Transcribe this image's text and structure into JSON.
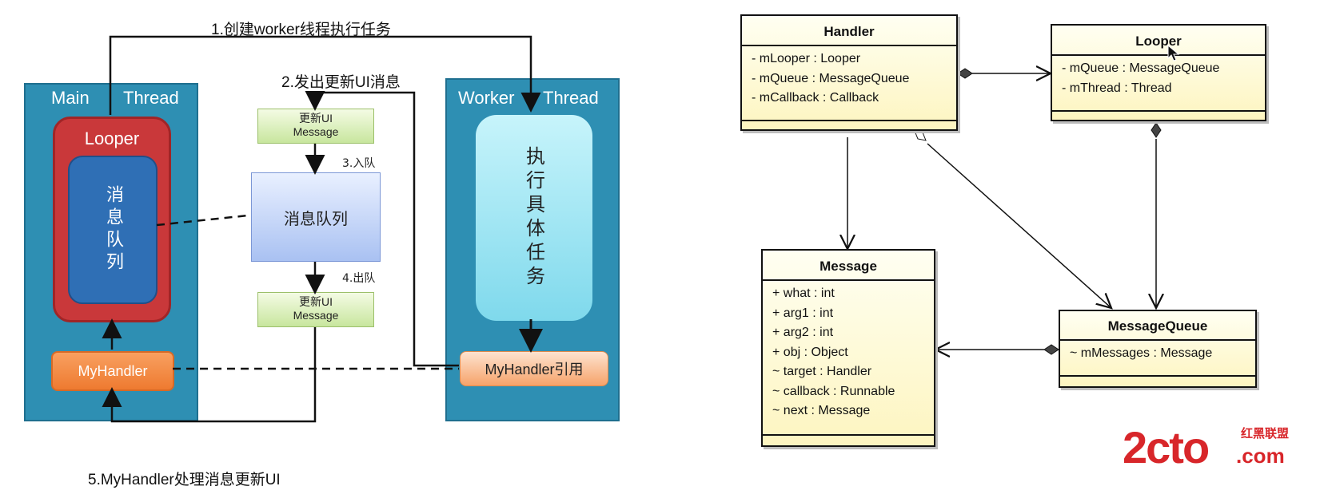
{
  "left_diagram": {
    "main_thread": {
      "title_a": "Main",
      "title_b": "Thread"
    },
    "looper": {
      "title": "Looper",
      "queue": "消息队列"
    },
    "my_handler": "MyHandler",
    "worker_thread": {
      "title_a": "Worker",
      "title_b": "Thread",
      "task": "执行具体任务"
    },
    "handler_ref": "MyHandler引用",
    "message_box_top": {
      "line1": "更新UI",
      "line2": "Message"
    },
    "message_box_bottom": {
      "line1": "更新UI",
      "line2": "Message"
    },
    "message_queue": "消息队列",
    "steps": {
      "s1": "1.创建worker线程执行任务",
      "s2": "2.发出更新UI消息",
      "s3": "3.入队",
      "s4": "4.出队",
      "s5": "5.MyHandler处理消息更新UI"
    }
  },
  "uml": {
    "handler": {
      "name": "Handler",
      "attrs": [
        "- mLooper : Looper",
        "- mQueue : MessageQueue",
        "- mCallback : Callback"
      ]
    },
    "looper": {
      "name": "Looper",
      "attrs": [
        "- mQueue : MessageQueue",
        "- mThread : Thread"
      ]
    },
    "message": {
      "name": "Message",
      "attrs": [
        "+ what : int",
        "+ arg1 : int",
        "+ arg2 : int",
        "+ obj : Object",
        "~ target : Handler",
        "~ callback : Runnable",
        "~ next : Message"
      ]
    },
    "message_queue": {
      "name": "MessageQueue",
      "attrs": [
        "~ mMessages : Message"
      ]
    }
  },
  "watermark": {
    "brand": "2cto",
    "domain": ".com",
    "cn": "红黑联盟"
  }
}
